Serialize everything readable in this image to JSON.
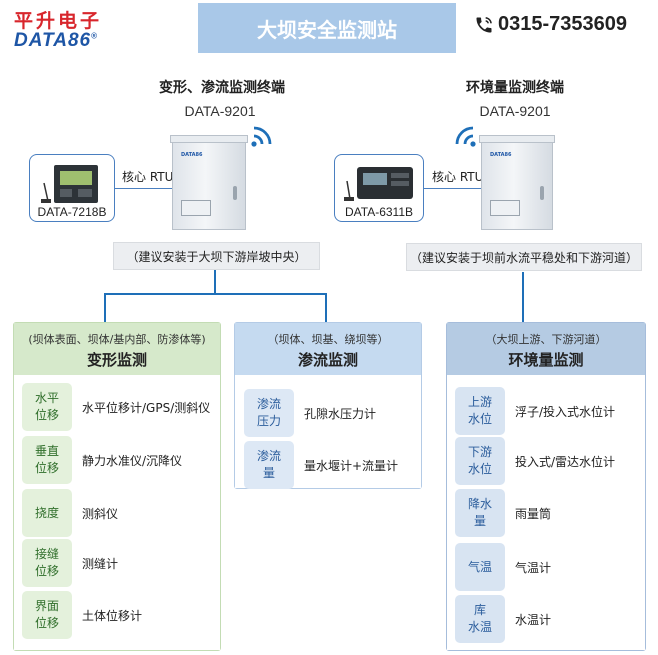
{
  "header": {
    "logo_cn": "平升电子",
    "logo_en": "DATA86",
    "logo_mark": "®",
    "title": "大坝安全监测站",
    "phone": "0315-7353609",
    "phone_icon": "phone-icon"
  },
  "terminals": [
    {
      "title": "变形、渗流监测终端",
      "model": "DATA-9201",
      "device": "DATA-7218B",
      "rtu_label": "核心 RTU",
      "note": "（建议安装于大坝下游岸坡中央）",
      "cabinet_brand": "DATA86"
    },
    {
      "title": "环境量监测终端",
      "model": "DATA-9201",
      "device": "DATA-6311B",
      "rtu_label": "核心 RTU",
      "note": "（建议安装于坝前水流平稳处和下游河道）",
      "cabinet_brand": "DATA86"
    }
  ],
  "columns": [
    {
      "subtitle": "(坝体表面、坝体/基内部、防渗体等)",
      "title": "变形监测",
      "items": [
        {
          "chip": "水平\n位移",
          "label": "水平位移计/GPS/测斜仪"
        },
        {
          "chip": "垂直\n位移",
          "label": "静力水准仪/沉降仪"
        },
        {
          "chip": "挠度",
          "label": "测斜仪"
        },
        {
          "chip": "接缝\n位移",
          "label": "测缝计"
        },
        {
          "chip": "界面\n位移",
          "label": "土体位移计"
        }
      ]
    },
    {
      "subtitle": "（坝体、坝基、绕坝等）",
      "title": "渗流监测",
      "items": [
        {
          "chip": "渗流\n压力",
          "label": "孔隙水压力计"
        },
        {
          "chip": "渗流\n量",
          "label": "量水堰计+流量计"
        }
      ]
    },
    {
      "subtitle": "（大坝上游、下游河道）",
      "title": "环境量监测",
      "items": [
        {
          "chip": "上游\n水位",
          "label": "浮子/投入式水位计"
        },
        {
          "chip": "下游\n水位",
          "label": "投入式/雷达水位计"
        },
        {
          "chip": "降水\n量",
          "label": "雨量筒"
        },
        {
          "chip": "气温",
          "label": "气温计"
        },
        {
          "chip": "库\n水温",
          "label": "水温计"
        }
      ]
    }
  ],
  "colors": {
    "title_bar": "#a9c8e8",
    "connector": "#1e6fb8",
    "deformation": "#d6e9cb",
    "seepage": "#c5daf0",
    "environment": "#b5cbe3"
  }
}
